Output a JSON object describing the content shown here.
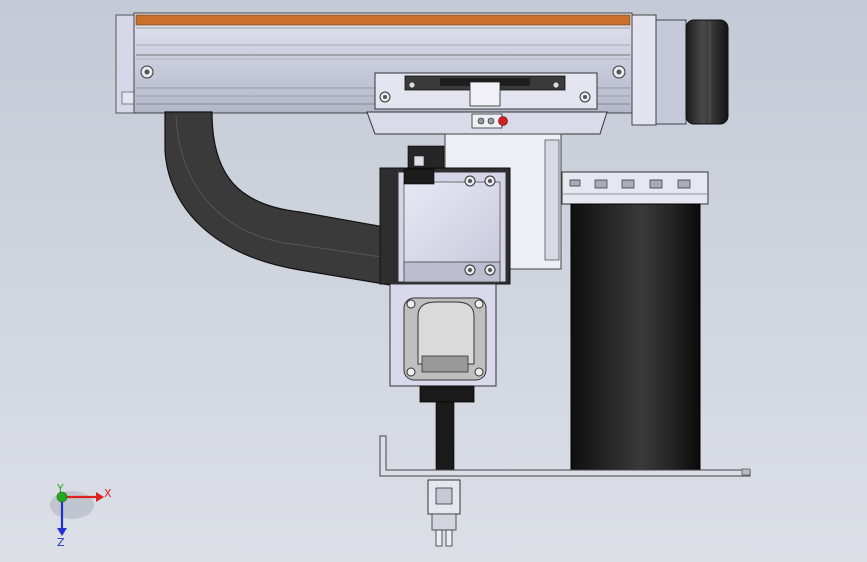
{
  "viewport": {
    "background_top": "#c4cad6",
    "background_bottom": "#dcdfe6"
  },
  "model": {
    "rail_accent_color": "#c8702c",
    "frame_color": "#d4d6e8",
    "dark_part_color": "#2b2b2b",
    "marker_color": "#cc2222"
  },
  "triad": {
    "x_label": "X",
    "y_label": "Y",
    "z_label": "Z",
    "x_color": "#dd2222",
    "y_color": "#22aa22",
    "z_color": "#2233cc"
  }
}
